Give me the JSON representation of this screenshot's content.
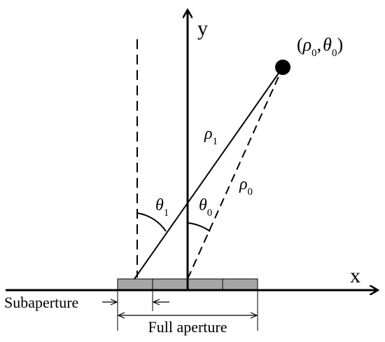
{
  "axes": {
    "x_label": "x",
    "y_label": "y"
  },
  "point": {
    "label": "(ρ0,θ0)",
    "rho": "ρ",
    "rho_sub": "0",
    "theta": "θ",
    "theta_sub": "0"
  },
  "distances": {
    "rho1": {
      "sym": "ρ",
      "sub": "1"
    },
    "rho0": {
      "sym": "ρ",
      "sub": "0"
    }
  },
  "angles": {
    "theta1": {
      "sym": "θ",
      "sub": "1"
    },
    "theta0": {
      "sym": "θ",
      "sub": "0"
    }
  },
  "aperture": {
    "subaperture_label": "Subaperture",
    "full_label": "Full aperture",
    "segments": 4
  },
  "colors": {
    "ink": "#000000",
    "segment_fill": "#a6a6a6"
  }
}
